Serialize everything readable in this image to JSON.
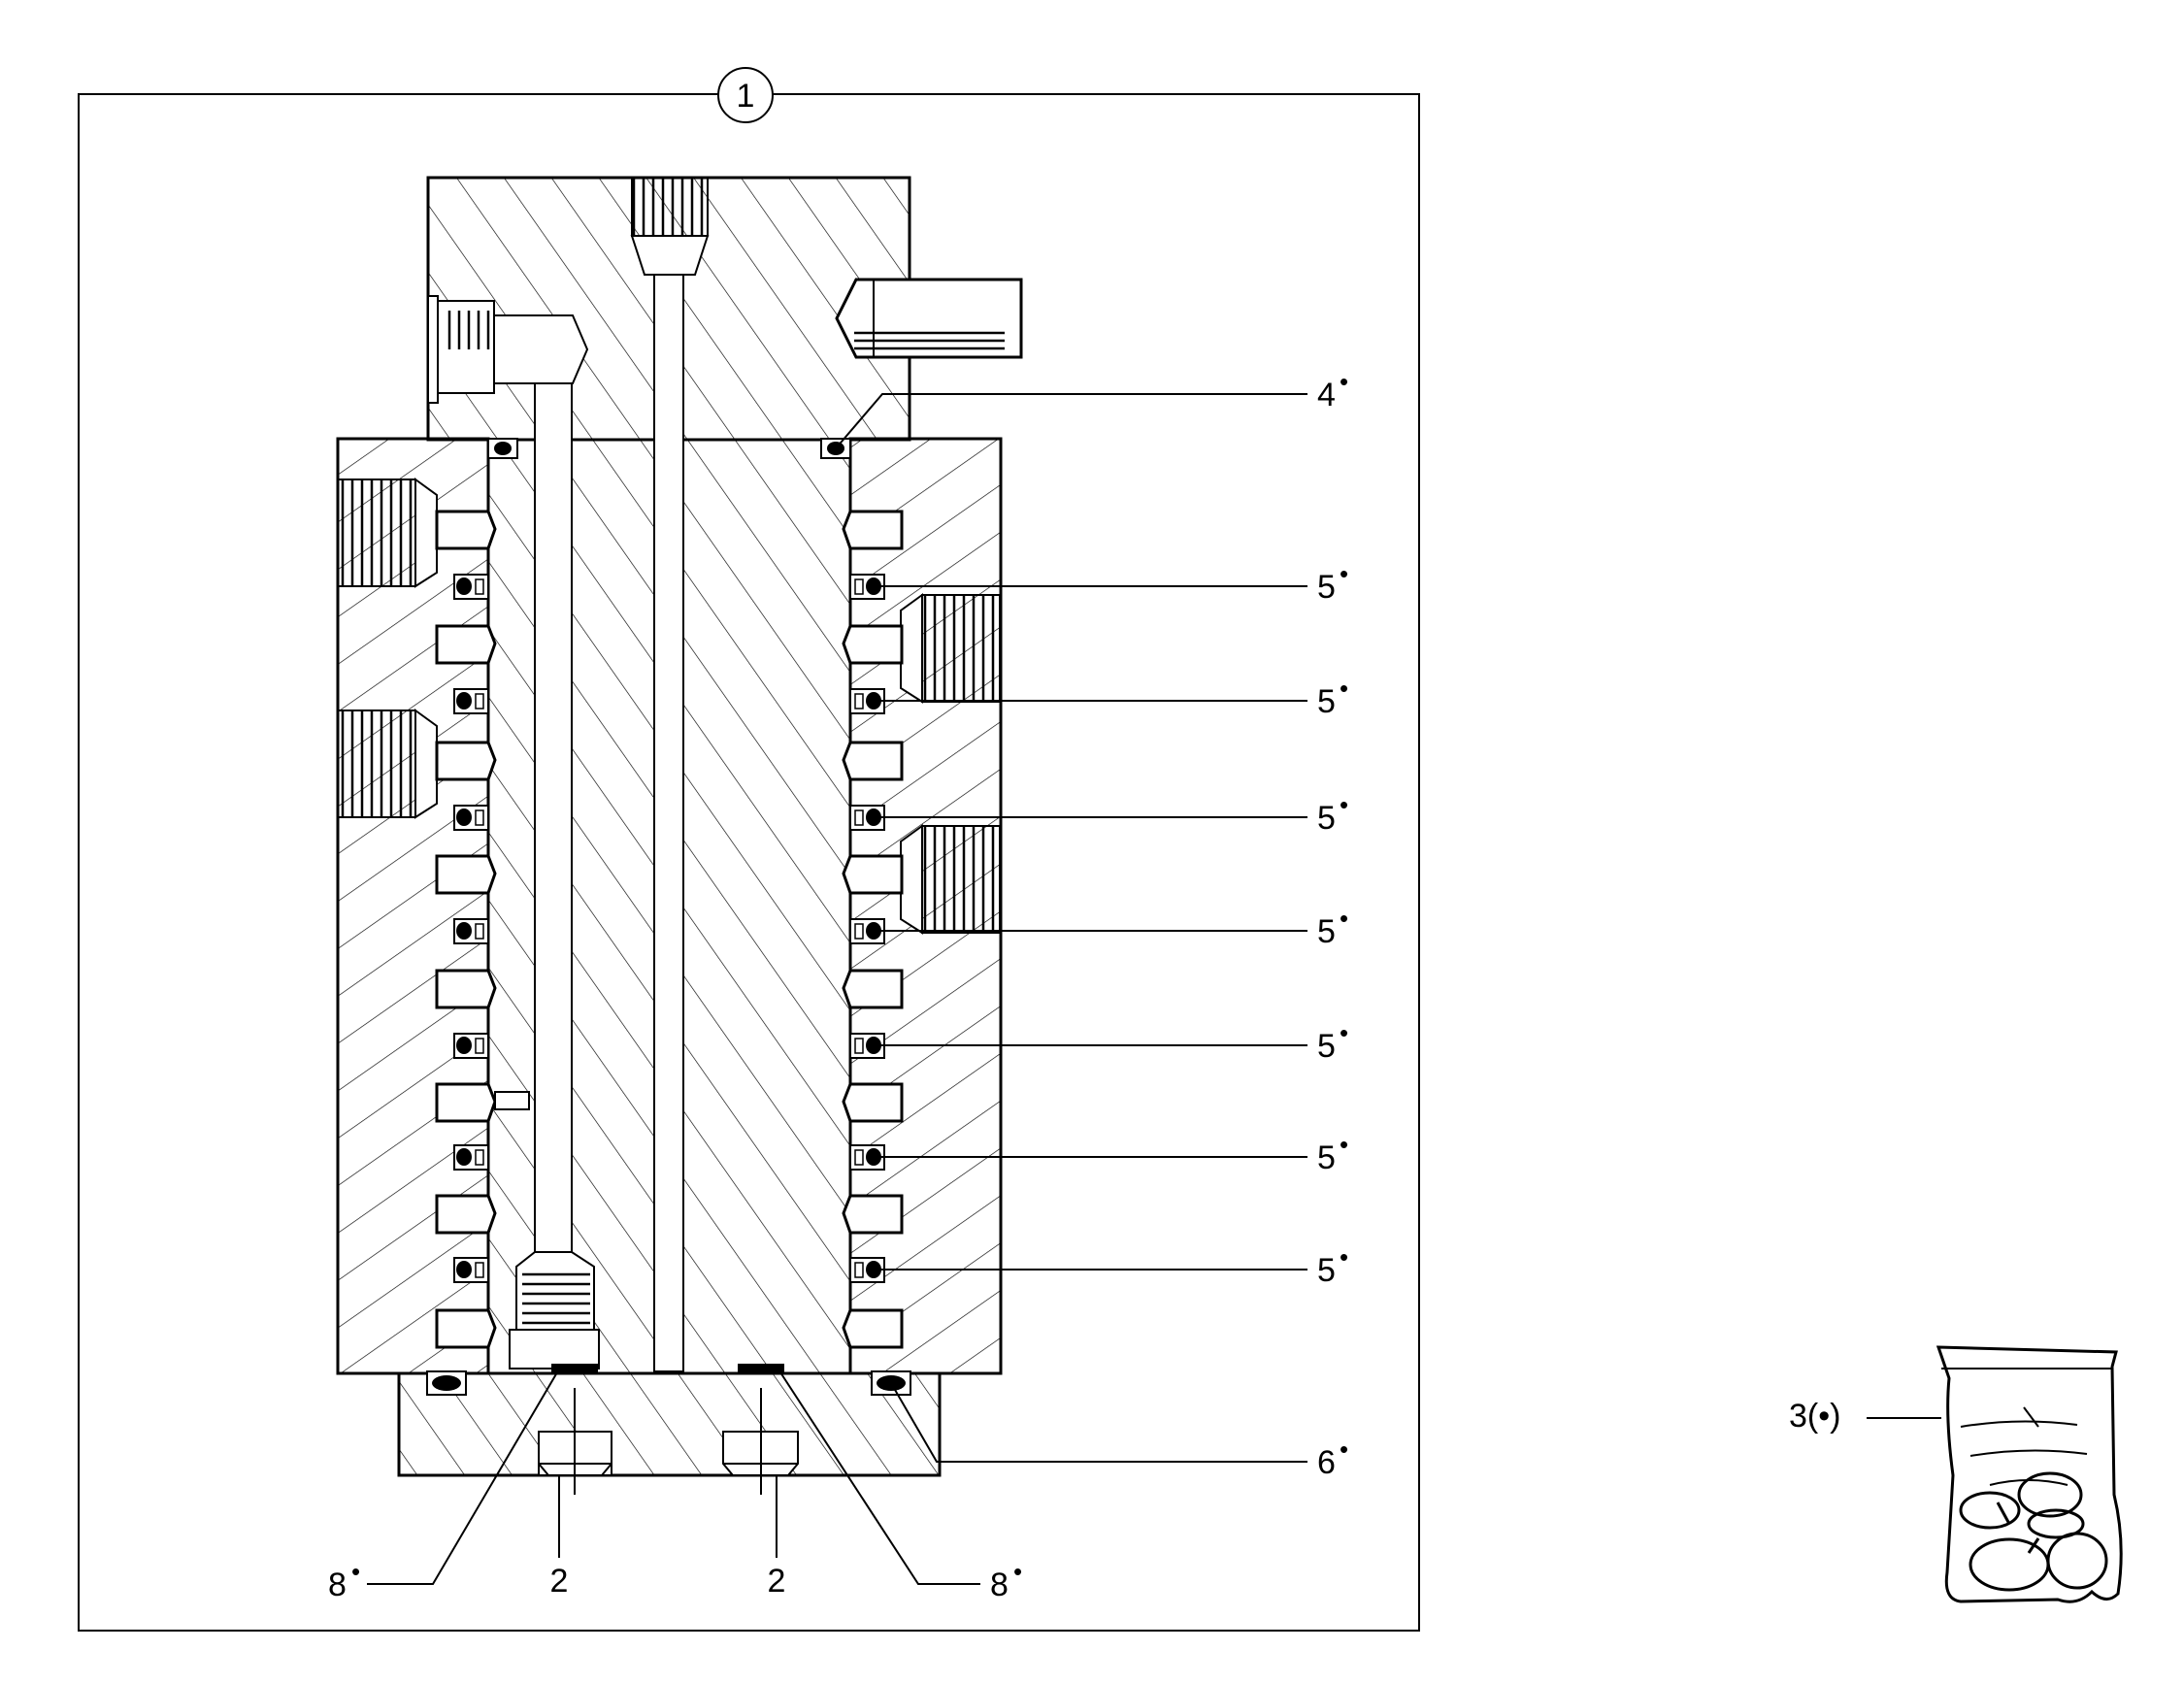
{
  "figure": {
    "assembly_number": "1",
    "labels": {
      "o_ring_top": {
        "num": "4",
        "mark": "•"
      },
      "seal_1": {
        "num": "5",
        "mark": "•"
      },
      "seal_2": {
        "num": "5",
        "mark": "•"
      },
      "seal_3": {
        "num": "5",
        "mark": "•"
      },
      "seal_4": {
        "num": "5",
        "mark": "•"
      },
      "seal_5": {
        "num": "5",
        "mark": "•"
      },
      "seal_6": {
        "num": "5",
        "mark": "•"
      },
      "seal_7": {
        "num": "5",
        "mark": "•"
      },
      "o_ring_bottom": {
        "num": "6",
        "mark": "•"
      },
      "plug_left": {
        "num": "2"
      },
      "plug_right": {
        "num": "2"
      },
      "washer_left": {
        "num": "8",
        "mark": "•"
      },
      "washer_right": {
        "num": "8",
        "mark": "•"
      },
      "seal_kit": {
        "text": "3(•)"
      }
    }
  }
}
